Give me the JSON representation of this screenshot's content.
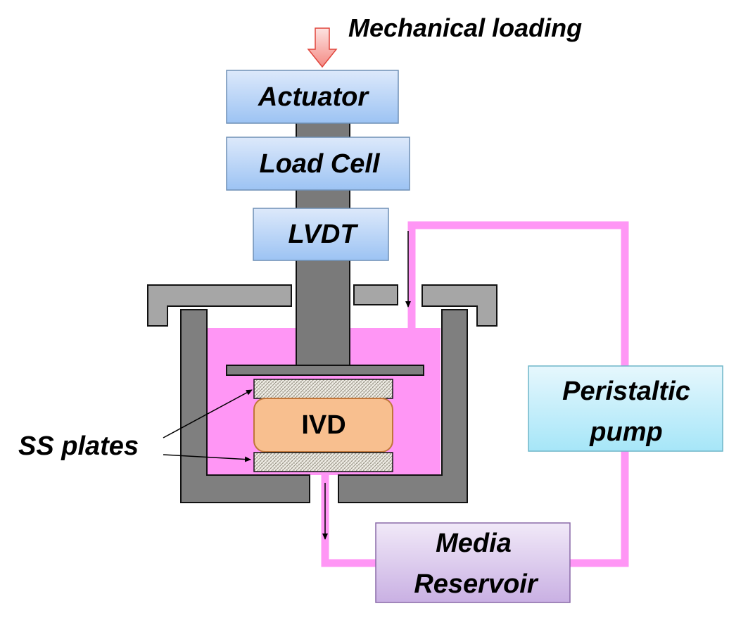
{
  "diagram": {
    "title": "Mechanical loading",
    "components": {
      "actuator": "Actuator",
      "load_cell": "Load Cell",
      "lvdt": "LVDT",
      "ivd": "IVD",
      "ss_plates": "SS plates",
      "pump_line1": "Peristaltic",
      "pump_line2": "pump",
      "reservoir_line1": "Media",
      "reservoir_line2": "Reservoir"
    },
    "colors": {
      "media": "#ff96f5",
      "rod": "#7a7a7a",
      "frame": "#7f7f7f",
      "lid": "#a6a6a6",
      "ivd": "#f8bf8f",
      "blue_box": "#b3d3f7",
      "pump_box": "#b5ecf9",
      "reservoir_box": "#dccdee",
      "arrow_fill": "#f7a8a4"
    }
  }
}
